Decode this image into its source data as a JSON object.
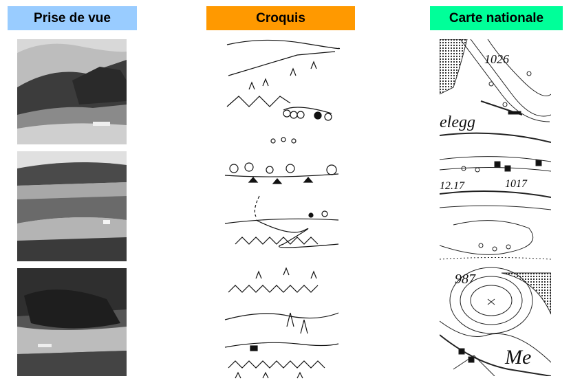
{
  "headers": [
    {
      "label": "Prise de vue",
      "color": "#99ccff"
    },
    {
      "label": "Croquis",
      "color": "#ff9900"
    },
    {
      "label": "Carte nationale",
      "color": "#00ff99"
    }
  ],
  "map_labels": {
    "elevation_top": "1026",
    "place_top": "elegg",
    "elevation_mid_left": "12.17",
    "elevation_mid_right": "1017",
    "elevation_bottom": "987",
    "place_bottom": "Me"
  }
}
